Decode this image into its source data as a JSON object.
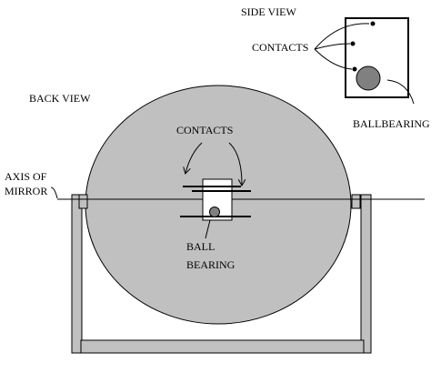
{
  "labels": {
    "side_view": "SIDE VIEW",
    "contacts_side": "CONTACTS",
    "ballbearing_side": "BALLBEARING",
    "back_view": "BACK VIEW",
    "contacts_back": "CONTACTS",
    "axis_line1": "AXIS OF",
    "axis_line2": "MIRROR",
    "ball_line1": "BALL",
    "ball_line2": "BEARING"
  },
  "colors": {
    "mirror_fill": "#c0c0c0",
    "frame_fill": "#c0c0c0",
    "ball_fill": "#808080",
    "stroke": "#000000"
  }
}
